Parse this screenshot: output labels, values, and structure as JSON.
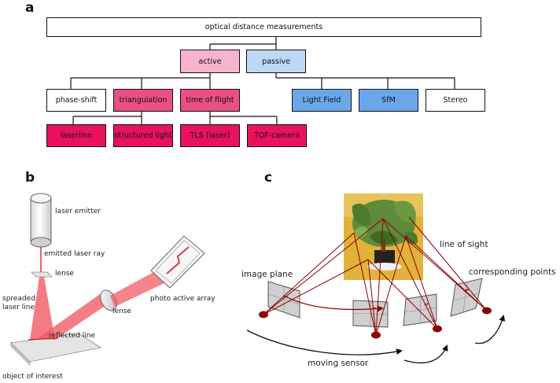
{
  "panels": {
    "a": "a",
    "b": "b",
    "c": "c"
  },
  "colors": {
    "active_root": "#f8b4cf",
    "active_node": "#ea4f86",
    "active_leaf": "#e8125f",
    "passive_root": "#bcd8f6",
    "passive_leaf": "#6aa7ea",
    "laser": "#f05a64",
    "marker": "#8b0000"
  },
  "tree": {
    "root": "optical distance measurements",
    "active": "active",
    "passive": "passive",
    "phase_shift": "phase-shift",
    "triangulation": "triangulation",
    "time_of_flight": "time of flight",
    "light_field": "Light Field",
    "sfm": "SfM",
    "stereo": "Stereo",
    "laserline": "laserline",
    "structured_light": "structured light",
    "tls": "TLS (laser)",
    "tof_camera": "TOF-camera"
  },
  "panel_b": {
    "laser_emitter": "laser emitter",
    "emitted_laser_ray": "emitted laser ray",
    "lense_top": "lense",
    "spreaded_laser_line": "spreaded\nlaser line",
    "lense_side": "lense",
    "photo_active_array": "photo active array",
    "reflected_line": "reflected line",
    "object_of_interest": "object of interest"
  },
  "panel_c": {
    "line_of_sight": "line of sight",
    "image_plane": "image plane",
    "corresponding_points": "corresponding points",
    "moving_sensor": "moving sensor"
  }
}
